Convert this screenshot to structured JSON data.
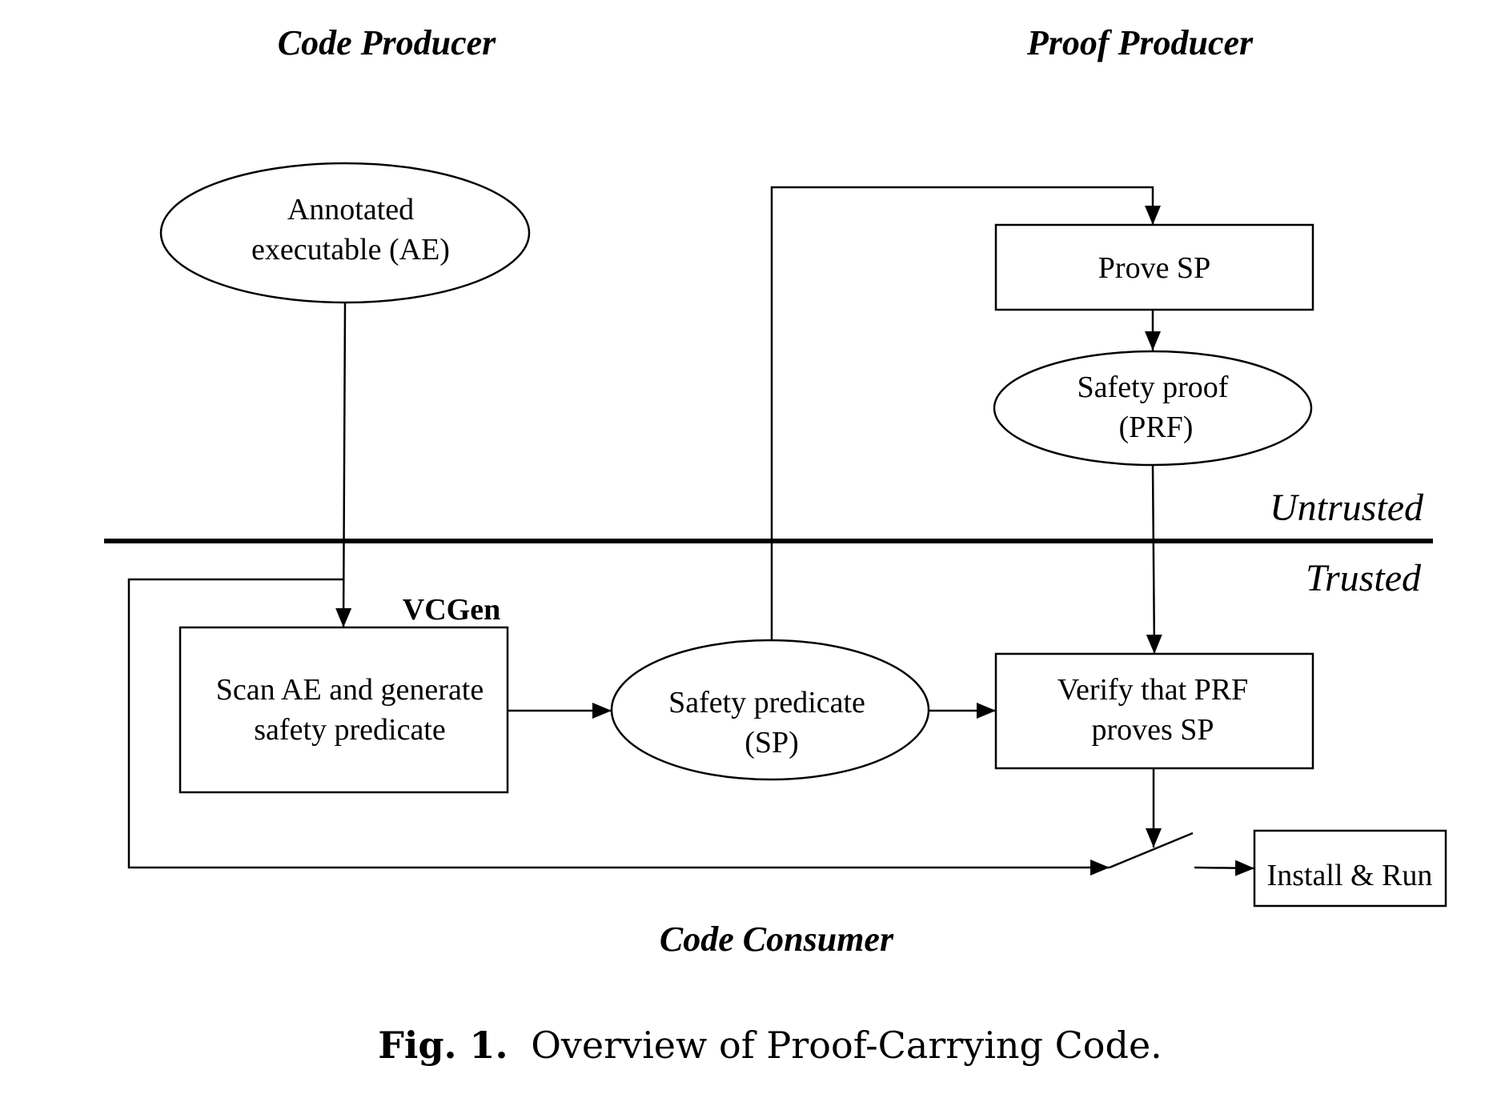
{
  "headings": {
    "code_producer": "Code Producer",
    "proof_producer": "Proof Producer",
    "code_consumer": "Code Consumer"
  },
  "zones": {
    "untrusted": "Untrusted",
    "trusted": "Trusted"
  },
  "nodes": {
    "annotated_exec": {
      "line1": "Annotated",
      "line2": "executable (AE)"
    },
    "prove_sp": {
      "line1": "Prove SP"
    },
    "safety_proof": {
      "line1": "Safety proof",
      "line2": "(PRF)"
    },
    "vcgen_label": "VCGen",
    "scan_ae": {
      "line1": "Scan AE and generate",
      "line2": "safety predicate"
    },
    "safety_predicate": {
      "line1": "Safety predicate",
      "line2": "(SP)"
    },
    "verify": {
      "line1": "Verify that PRF",
      "line2": "proves SP"
    },
    "install_run": {
      "line1": "Install & Run"
    }
  },
  "caption": {
    "label": "Fig. 1.",
    "text": "Overview of Proof-Carrying Code."
  }
}
